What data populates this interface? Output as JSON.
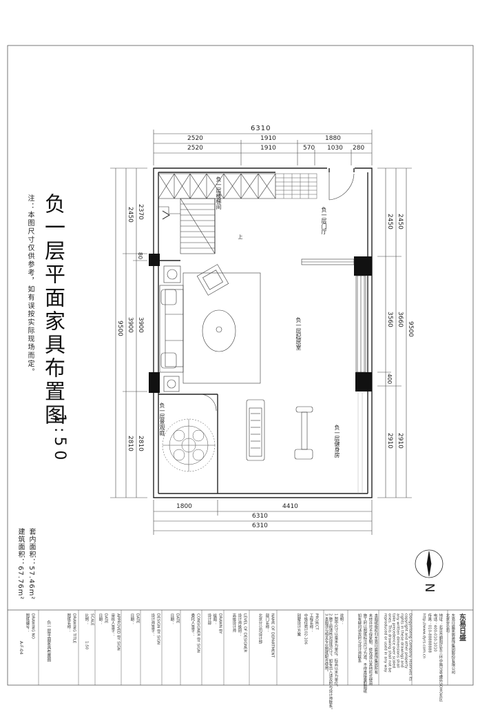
{
  "drawing": {
    "title": "负一层平面家具布置图",
    "scale": "1:50",
    "note": "注：本图尺寸仅供参考，如有误按实际现场而定。",
    "area_inner": "套内面积：57.46m²",
    "area_building": "建筑面积：67.76m²"
  },
  "dimensions": {
    "top_total": "6310",
    "top_row1": [
      "2520",
      "1910",
      "1880"
    ],
    "top_row2": [
      "2520",
      "1910",
      "570",
      "1030",
      "280"
    ],
    "bottom_row1": [
      "1800",
      "4410"
    ],
    "bottom_total_a": "6310",
    "bottom_total_b": "6310",
    "left_inner": [
      "2370",
      "80",
      "3900",
      "2810"
    ],
    "left_outer": [
      "2450",
      "3900",
      "2810"
    ],
    "left_total": "9500",
    "right_inner": [
      "2450",
      "3560",
      "400",
      "2910"
    ],
    "right_outer": [
      "2450",
      "3660",
      "2910"
    ],
    "right_total": "9500"
  },
  "rooms": {
    "stair": "负一层楼梯间",
    "hall": "负一层门厅",
    "living": "负一层起居室",
    "garden": "负一层景观庭",
    "gym": "负一层健身房",
    "up_label": "上"
  },
  "compass": {
    "label": "N"
  },
  "title_block": {
    "company": "东易日盛",
    "company_sub": "东易日盛家居装饰集团股份有限公司",
    "company_sub2": "北京分公司",
    "address": "地址：北京市朝阳区东三环中路39号建外SOHO东区",
    "phone": "电话：400-010-1010",
    "fax": "传真：010-88888888",
    "web": "http://www.dyrs.com.cn",
    "notes_en": [
      "Dongyiriseng Company reserves its",
      "copyright and other property",
      "rights in these drawings and",
      "any written dimensions shall",
      "take precedence over scaled",
      "ones. This drawing shall not be",
      "reproduced or used in any way",
      "without written consent."
    ],
    "notes_cn": [
      "本图纸版权归东易日盛装饰集团所有",
      "未经许可不得复制、修改或以其他形式使用",
      "施工时以图纸标注尺寸为准，不得直接量取图纸",
      "如有疑问请及时与设计师联系"
    ],
    "remarks_label": "说明：",
    "remarks": [
      "1.图中尺寸以毫米为单位，标高以米为单位。",
      "2.施工前请核对现场尺寸，如有出入请及时与设计师联系。",
      "3.本图须与相关专业图纸配合使用。"
    ],
    "project_label": "PROJECT",
    "project_cn": "工程名称：",
    "project_name": "中铁佳苑102-106",
    "project_sub": "别墅设计方案",
    "dept_label": "NAME OF DEPARTMENT",
    "dept_cn": "部门名称：",
    "dept_value": "北京分公司设计部",
    "level_label": "LEVEL OF DESIGNER",
    "level_cn": "设计师级别：",
    "level_value": "高级设计师",
    "drawn_label": "DRAWN BY",
    "drawn_cn": "绘图：",
    "drawn_value": "设计部",
    "consigner_label": "CONSIGNER BY SIGN",
    "consigner_cn": "委托人签字：",
    "date1_label": "DATE",
    "date1_cn": "日期：",
    "design_label": "DESIGN BY SIGN",
    "design_cn": "设计师签字：",
    "date2_label": "DATE",
    "date2_cn": "日期：",
    "approve_label": "APPROVED BY SIGN",
    "approve_cn": "审核人签字：",
    "date3_label": "DATE",
    "date3_cn": "日期：",
    "scale_label": "SCALE",
    "scale_cn": "比例：",
    "scale_value": "1:50",
    "drawing_title_label": "DRAWING TITLE",
    "drawing_title_cn": "图纸名称：",
    "drawing_title_value": "负一层平面家具布置图",
    "drawing_no_label": "DRAWING NO",
    "drawing_no_cn": "图纸编号：",
    "drawing_no_value": "A-F-04"
  }
}
